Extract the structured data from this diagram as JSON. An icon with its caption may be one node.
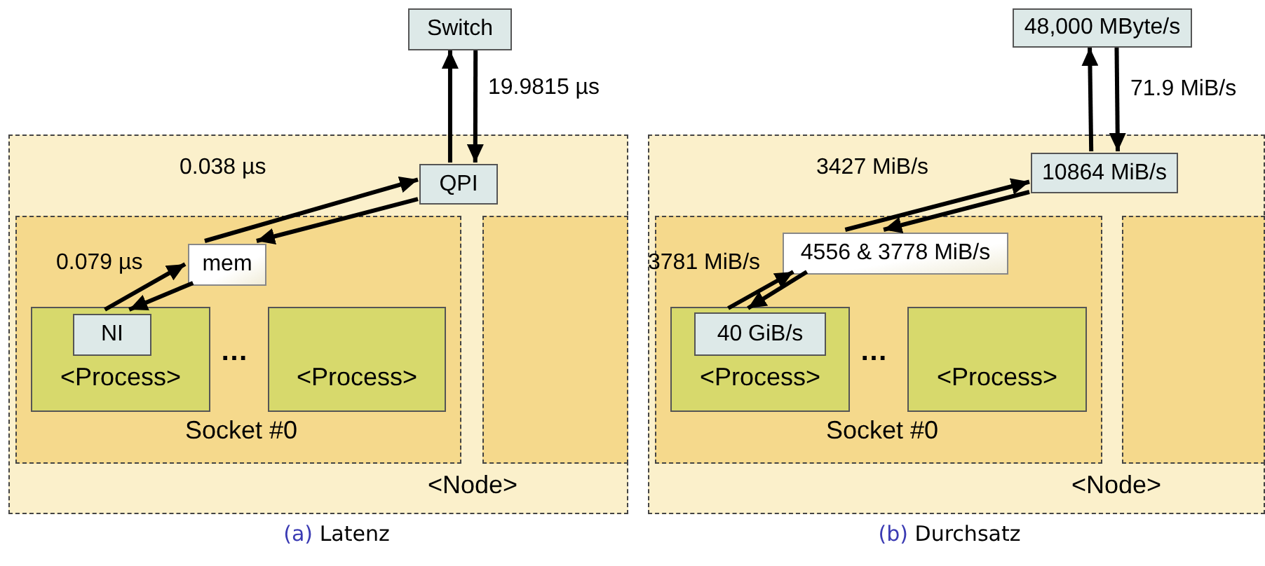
{
  "diagram": {
    "nodes": [
      {
        "text": [
          "<Node>"
        ]
      },
      {
        "text": [
          "Socket #0"
        ],
        "in": 0
      },
      {
        "text": [],
        "shape": "box",
        "in": 0
      },
      {
        "text": [
          "Switch"
        ]
      },
      {
        "text": [
          "QPI"
        ],
        "in": 0
      },
      {
        "text": [
          "mem"
        ],
        "in": 1
      },
      {
        "text": [
          "<Process>"
        ],
        "in": 1
      },
      {
        "text": [
          "NI"
        ],
        "in": 6
      },
      {
        "text": [
          "<Process>"
        ],
        "in": 1
      },
      {
        "text": [
          "<Node>"
        ]
      },
      {
        "text": [
          "Socket #0"
        ],
        "in": 9
      },
      {
        "text": [],
        "shape": "box",
        "in": 9
      },
      {
        "text": [
          "48,000 MByte/s"
        ]
      },
      {
        "text": [
          "10864 MiB/s"
        ],
        "in": 9
      },
      {
        "text": [
          "4556 & 3778 MiB/s"
        ],
        "in": 10
      },
      {
        "text": [
          "<Process>"
        ],
        "in": 10
      },
      {
        "text": [
          "40 GiB/s"
        ],
        "in": 15
      },
      {
        "text": [
          "<Process>"
        ],
        "in": 10
      }
    ],
    "edges": [
      {
        "from": 4,
        "to": 3,
        "arrow": "to"
      },
      {
        "from": 3,
        "to": 4,
        "arrow": "to",
        "label": "19.9815 µs"
      },
      {
        "from": 5,
        "to": 4,
        "arrow": "to",
        "label": "0.038 µs"
      },
      {
        "from": 4,
        "to": 5,
        "arrow": "to"
      },
      {
        "from": 7,
        "to": 5,
        "arrow": "to",
        "label": "0.079 µs"
      },
      {
        "from": 5,
        "to": 7,
        "arrow": "to"
      },
      {
        "from": 13,
        "to": 12,
        "arrow": "to"
      },
      {
        "from": 12,
        "to": 13,
        "arrow": "to",
        "label": "71.9 MiB/s"
      },
      {
        "from": 14,
        "to": 13,
        "arrow": "to",
        "label": "3427 MiB/s"
      },
      {
        "from": 13,
        "to": 14,
        "arrow": "to"
      },
      {
        "from": 16,
        "to": 14,
        "arrow": "to",
        "label": "3781 MiB/s"
      },
      {
        "from": 14,
        "to": 16,
        "arrow": "to"
      }
    ],
    "labels": [
      "…",
      "…",
      "(a) Latenz",
      "(b) Durchsatz"
    ]
  }
}
